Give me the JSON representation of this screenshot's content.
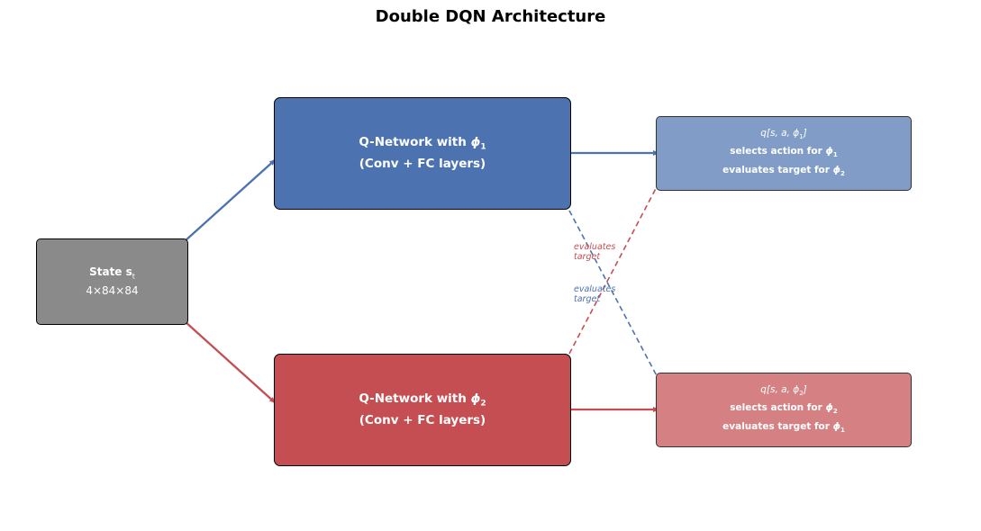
{
  "title": "Double DQN Architecture",
  "colors": {
    "blue": "#4c72b0",
    "red": "#c44e52",
    "gray": "#8a8a8a",
    "light_blue": "#819dc7",
    "light_red": "#d58184"
  },
  "state": {
    "label": "State s",
    "subscript": "t",
    "shape": "4×84×84"
  },
  "qnet1": {
    "label": "Q-Network with ",
    "param": "ϕ",
    "param_sub": "1",
    "layers": "(Conv + FC layers)"
  },
  "qnet2": {
    "label": "Q-Network with ",
    "param": "ϕ",
    "param_sub": "2",
    "layers": "(Conv + FC layers)"
  },
  "out1": {
    "q_expr": "q[s, a, ϕ",
    "q_sub": "1",
    "q_close": "]",
    "select_text": "selects action for ",
    "select_sub": "1",
    "eval_text": "evaluates target for ",
    "eval_sub": "2"
  },
  "out2": {
    "q_expr": "q[s, a, ϕ",
    "q_sub": "2",
    "q_close": "]",
    "select_text": "selects action for ",
    "select_sub": "2",
    "eval_text": "evaluates target for ",
    "eval_sub": "1"
  },
  "annotations": {
    "red": "evaluates target",
    "blue": "evaluates target"
  },
  "phi": "ϕ"
}
